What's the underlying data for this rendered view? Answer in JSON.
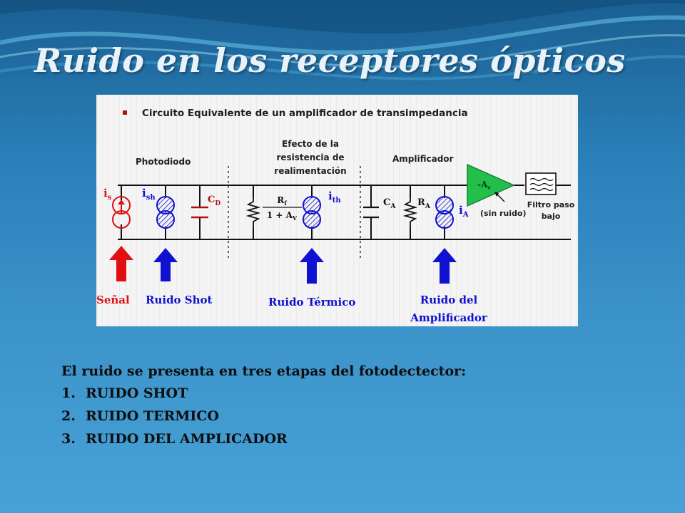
{
  "slide": {
    "title": "Ruido en los receptores ópticos"
  },
  "diagram": {
    "heading": "Circuito Equivalente de un amplificador de transimpedancia",
    "sections": {
      "photodiode": "Photodiodo",
      "feedback_line1": "Efecto de la",
      "feedback_line2": "resistencia de",
      "feedback_line3": "realimentación",
      "amplifier": "Amplificador"
    },
    "components": {
      "is_main": "i",
      "is_sub": "s",
      "ish_main": "i",
      "ish_sub": "sh",
      "cd_main": "C",
      "cd_sub": "D",
      "rf_num_main": "R",
      "rf_num_sub": "f",
      "rf_den_prefix": "1 + A",
      "rf_den_sub": "V",
      "ith_main": "i",
      "ith_sub": "th",
      "ca_main": "C",
      "ca_sub": "A",
      "ra_main": "R",
      "ra_sub": "A",
      "ia_main": "i",
      "ia_sub": "A",
      "gain_main": "-A",
      "gain_sub": "v",
      "noiseless": "(sin ruido)",
      "filter_line1": "Filtro paso",
      "filter_line2": "bajo"
    },
    "arrows": {
      "signal": "Señal",
      "shot": "Ruido Shot",
      "thermal": "Ruido Térmico",
      "amp_line1": "Ruido del",
      "amp_line2": "Amplificador"
    },
    "colors": {
      "signal": "#e01010",
      "noise": "#1010d0",
      "amplifier": "#22c04a",
      "wire": "#111111"
    }
  },
  "content": {
    "intro": "El ruido se presenta en tres etapas del fotodectector:",
    "items": [
      {
        "num": "1.",
        "text": "RUIDO SHOT"
      },
      {
        "num": "2.",
        "text": "RUIDO TERMICO"
      },
      {
        "num": "3.",
        "text": "RUIDO DEL AMPLICADOR"
      }
    ]
  }
}
